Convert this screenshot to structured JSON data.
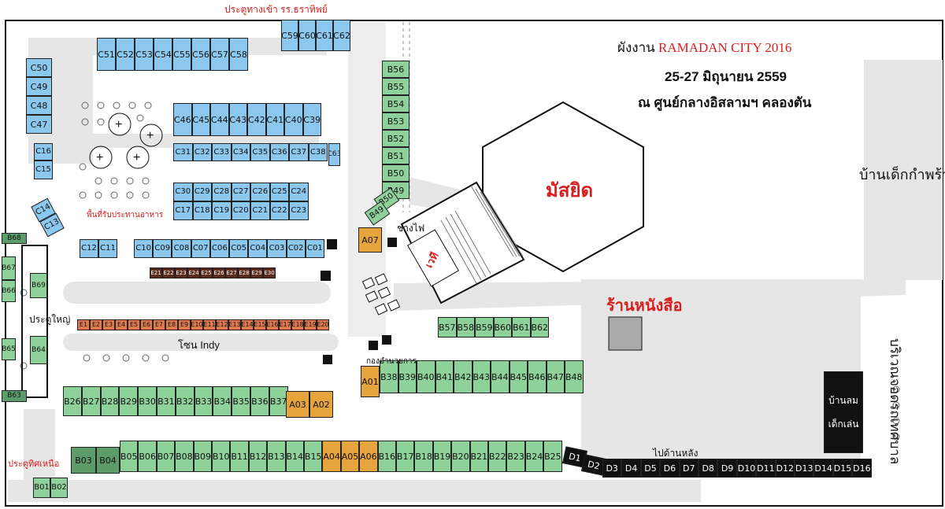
{
  "title": {
    "prefix": "ผังงาน",
    "event": "RAMADAN CITY 2016",
    "dates": "25-27 มิถุนายน 2559",
    "venue": "ณ ศูนย์กลางอิสลามฯ คลองตัน"
  },
  "labels": {
    "gate_top": "ประตูทางเข้า รร.ธราทิพย์",
    "gate_main": "ประตูใหญ่",
    "gate_north": "ประตูทิศเหนือ",
    "food_area": "พื้นที่รับประทานอาหาร",
    "zone_indy": "โซน Indy",
    "mosque": "มัสยิด",
    "stage": "เวที",
    "electrician": "ช่างไฟ",
    "bookshop": "ร้านหนังสือ",
    "orphanage": "บ้านเด็กกำพร้า",
    "to_back": "ไปด้านหลัง",
    "command": "กองอำนวยการ",
    "ball_house": "บ้านลม",
    "playground": "เด็กเล่น",
    "parking": "บริเวณจอดรถเทศบาล"
  },
  "colors": {
    "booth_b": "#8fd19a",
    "booth_c": "#8cc8ee",
    "booth_a": "#e5a43c",
    "booth_e": "#e07a4e",
    "booth_d": "#111111",
    "title_red": "#d81e1e"
  },
  "booths": {
    "c_top": [
      "C51",
      "C52",
      "C53",
      "C54",
      "C55",
      "C56",
      "C57",
      "C58"
    ],
    "c_top2": [
      "C59",
      "C60",
      "C61",
      "C62"
    ],
    "c_left": [
      "C50",
      "C49",
      "C48",
      "C47"
    ],
    "c_row46": [
      "C46",
      "C45",
      "C44",
      "C43",
      "C42",
      "C41",
      "C40",
      "C39"
    ],
    "c_row31": [
      "C31",
      "C32",
      "C33",
      "C34",
      "C35",
      "C36",
      "C37",
      "C38"
    ],
    "c_single": [
      "C63",
      "C16",
      "C15",
      "C14",
      "C13"
    ],
    "c_row30": [
      "C30",
      "C29",
      "C28",
      "C27",
      "C26",
      "C25",
      "C24"
    ],
    "c_row17": [
      "C17",
      "C18",
      "C19",
      "C20",
      "C21",
      "C22",
      "C23"
    ],
    "c_row10": [
      "C12",
      "C11",
      "C10",
      "C09",
      "C08",
      "C07",
      "C06",
      "C05",
      "C04",
      "C03",
      "C02",
      "C01"
    ],
    "e_small": [
      "E21",
      "E22",
      "E23",
      "E24",
      "E25",
      "E26",
      "E27",
      "E28",
      "E29",
      "E30"
    ],
    "e_row": [
      "E1",
      "E2",
      "E3",
      "E4",
      "E5",
      "E6",
      "E7",
      "E8",
      "E9",
      "E10",
      "E11",
      "E12",
      "E13",
      "E14",
      "E15",
      "E16",
      "E17",
      "E18",
      "E19",
      "E20"
    ],
    "b_col": [
      "B56",
      "B55",
      "B54",
      "B53",
      "B52",
      "B51",
      "B50",
      "B49"
    ],
    "b_row26": [
      "B26",
      "B27",
      "B28",
      "B29",
      "B30",
      "B31",
      "B32",
      "B33",
      "B34",
      "B35",
      "B36",
      "B37"
    ],
    "a_pair": [
      "A03",
      "A02"
    ],
    "a07": "A07",
    "b_row57": [
      "B57",
      "B58",
      "B59",
      "B60",
      "B61",
      "B62"
    ],
    "a01": "A01",
    "b_row38": [
      "B38",
      "B39",
      "B40",
      "B41",
      "B42",
      "B43",
      "B44",
      "B45",
      "B46",
      "B47",
      "B48"
    ],
    "b_bottom": [
      "B05",
      "B06",
      "B07",
      "B08",
      "B09",
      "B10",
      "B11",
      "B12",
      "B13",
      "B14",
      "B15",
      "A04",
      "A05",
      "A06",
      "B16",
      "B17",
      "B18",
      "B19",
      "B20",
      "B21",
      "B22",
      "B23",
      "B24",
      "B25"
    ],
    "b_side": [
      "B68",
      "B67",
      "B66",
      "B69",
      "B65",
      "B64",
      "B63",
      "B03",
      "B04",
      "B01",
      "B02"
    ],
    "d_row": [
      "D1",
      "D2",
      "D3",
      "D4",
      "D5",
      "D6",
      "D7",
      "D8",
      "D9",
      "D10",
      "D11",
      "D12",
      "D13",
      "D14",
      "D15",
      "D16"
    ]
  }
}
